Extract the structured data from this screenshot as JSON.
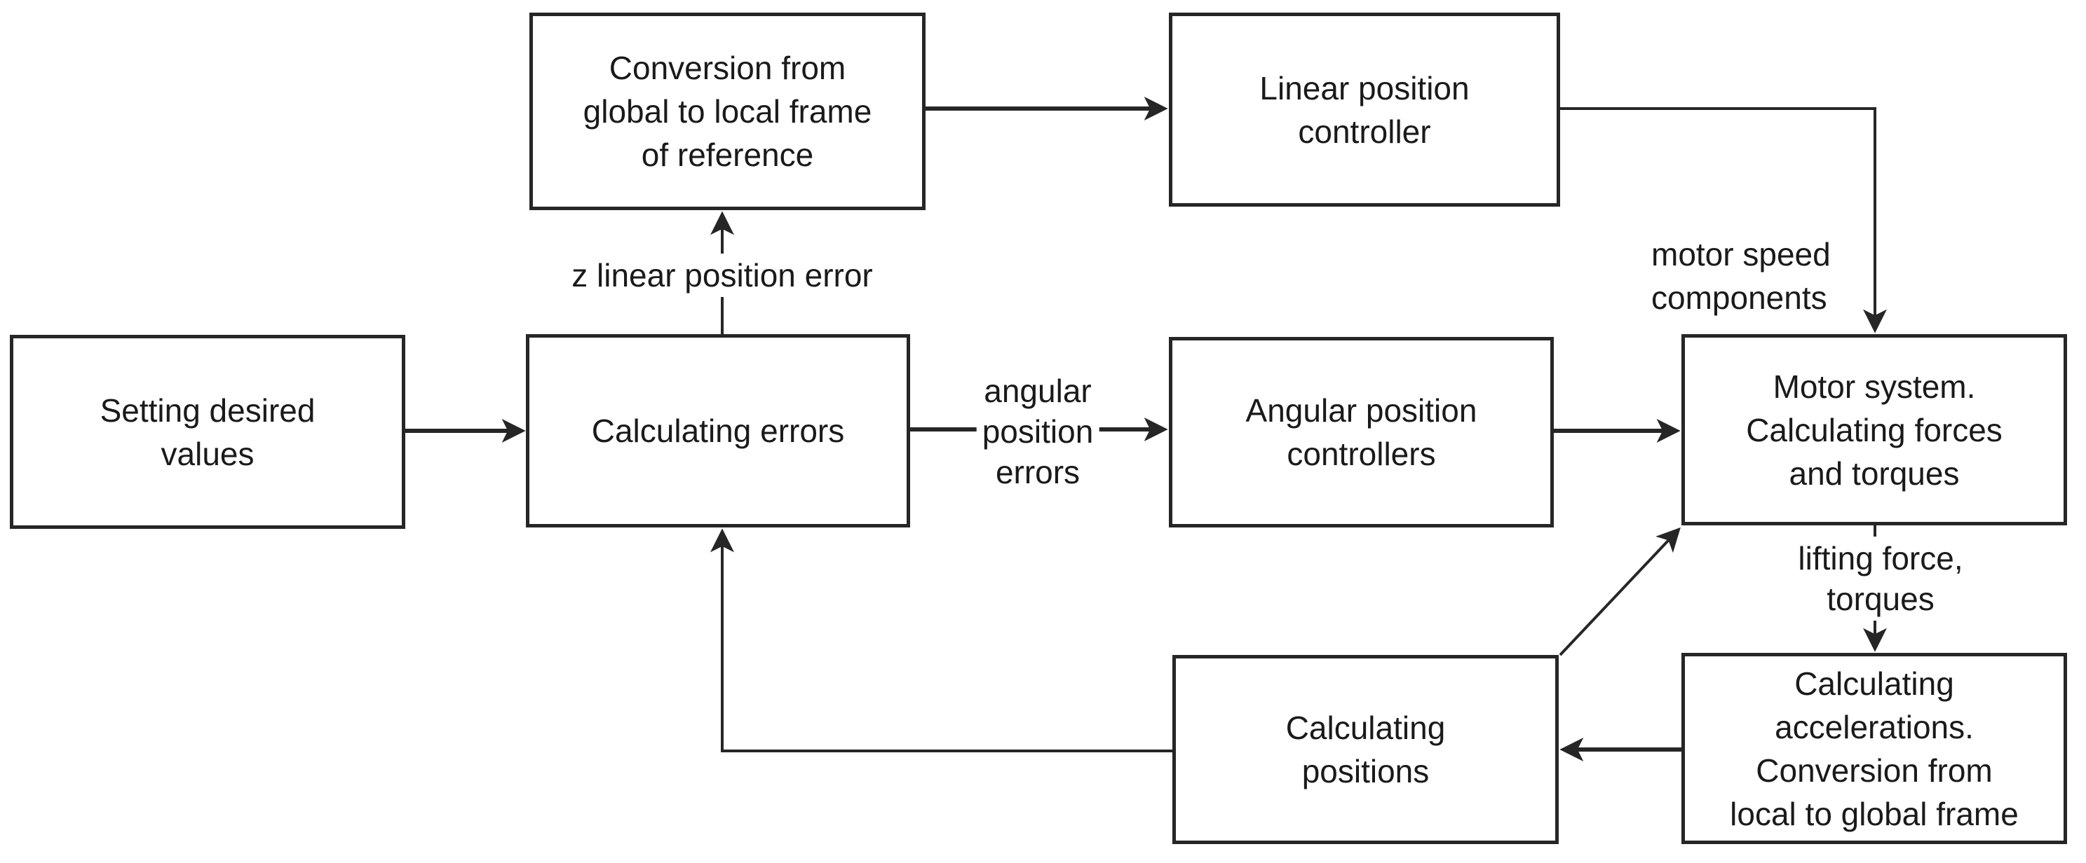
{
  "diagram": {
    "type": "block-diagram",
    "description": "Control loop block diagram",
    "colors": {
      "background": "#ffffff",
      "line": "#262626",
      "text": "#1a1a1a"
    },
    "nodes": [
      {
        "id": "conversion-global-to-local",
        "label": "Conversion from\nglobal to local frame\nof reference"
      },
      {
        "id": "linear-position-controller",
        "label": "Linear position\ncontroller"
      },
      {
        "id": "setting-desired-values",
        "label": "Setting desired\nvalues"
      },
      {
        "id": "calculating-errors",
        "label": "Calculating errors"
      },
      {
        "id": "angular-position-controllers",
        "label": "Angular position\ncontrollers"
      },
      {
        "id": "motor-system",
        "label": "Motor system.\nCalculating forces\nand torques"
      },
      {
        "id": "calculating-positions",
        "label": "Calculating\npositions"
      },
      {
        "id": "calculating-accelerations",
        "label": "Calculating\naccelerations.\nConversion from\nlocal to global frame"
      }
    ],
    "edge_labels": [
      {
        "id": "z-linear-position-error",
        "text": "z linear position error"
      },
      {
        "id": "angular-position-errors",
        "text": "angular\nposition\nerrors"
      },
      {
        "id": "motor-speed-components",
        "text": "motor speed\ncomponents"
      },
      {
        "id": "lifting-force-torques",
        "text": "lifting force, torques"
      }
    ],
    "edges": [
      {
        "from": "setting-desired-values",
        "to": "calculating-errors",
        "label": ""
      },
      {
        "from": "calculating-errors",
        "to": "conversion-global-to-local",
        "label": "z linear position error"
      },
      {
        "from": "conversion-global-to-local",
        "to": "linear-position-controller",
        "label": ""
      },
      {
        "from": "linear-position-controller",
        "to": "motor-system",
        "label": "motor speed components"
      },
      {
        "from": "calculating-errors",
        "to": "angular-position-controllers",
        "label": "angular position errors"
      },
      {
        "from": "angular-position-controllers",
        "to": "motor-system",
        "label": ""
      },
      {
        "from": "motor-system",
        "to": "calculating-accelerations",
        "label": "lifting force, torques"
      },
      {
        "from": "calculating-accelerations",
        "to": "calculating-positions",
        "label": ""
      },
      {
        "from": "calculating-positions",
        "to": "motor-system",
        "label": ""
      },
      {
        "from": "calculating-positions",
        "to": "calculating-errors",
        "label": ""
      }
    ]
  }
}
